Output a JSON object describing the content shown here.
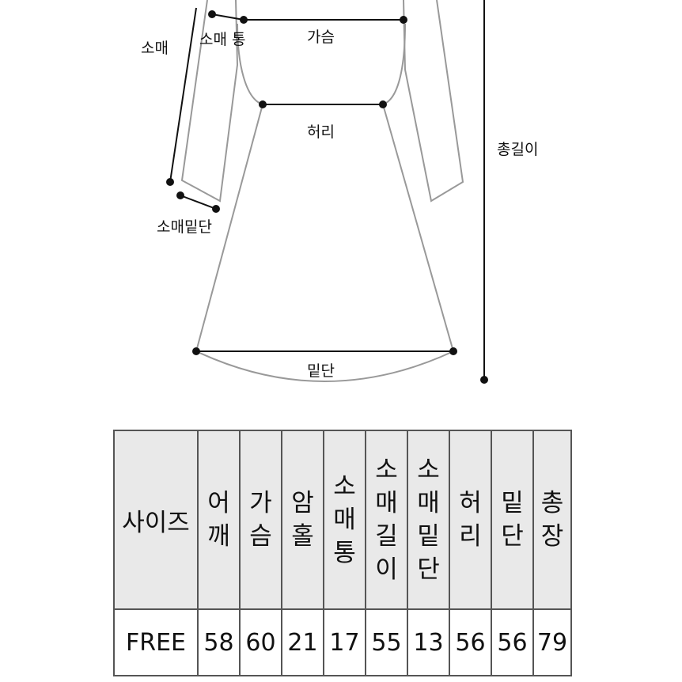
{
  "diagram": {
    "labels": {
      "sleeve": "소매",
      "sleeve_width": "소매 통",
      "chest": "가슴",
      "waist": "허리",
      "total_length": "총길이",
      "sleeve_hem": "소매밑단",
      "hem": "밑단"
    }
  },
  "table": {
    "row_header": "사이즈",
    "columns": [
      "어깨",
      "가슴",
      "암홀",
      "소매통",
      "소매길이",
      "소매밑단",
      "허리",
      "밑단",
      "총장"
    ],
    "row": {
      "size": "FREE",
      "values": [
        "58",
        "60",
        "21",
        "17",
        "55",
        "13",
        "56",
        "56",
        "79"
      ]
    }
  }
}
